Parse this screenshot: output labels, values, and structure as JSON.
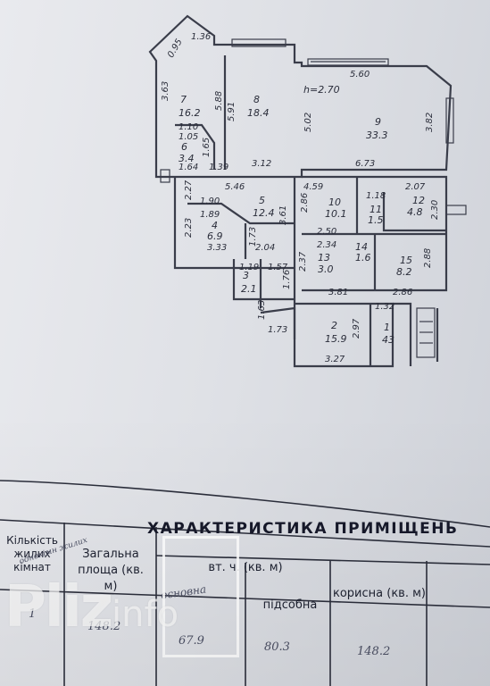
{
  "plan": {
    "rooms": [
      {
        "num": "1",
        "area": "43"
      },
      {
        "num": "2",
        "area": "15.9"
      },
      {
        "num": "3",
        "area": "2.1"
      },
      {
        "num": "4",
        "area": "6.9"
      },
      {
        "num": "5",
        "area": "12.4"
      },
      {
        "num": "6",
        "area": "3.4"
      },
      {
        "num": "7",
        "area": "16.2"
      },
      {
        "num": "8",
        "area": "18.4"
      },
      {
        "num": "9",
        "area": "33.3"
      },
      {
        "num": "10",
        "area": "10.1"
      },
      {
        "num": "11",
        "area": "1.5"
      },
      {
        "num": "12",
        "area": "4.8"
      },
      {
        "num": "13",
        "area": "3.0"
      },
      {
        "num": "14",
        "area": "1.6"
      },
      {
        "num": "15",
        "area": "8.2"
      }
    ],
    "height_note": "h=2.70",
    "dims": {
      "d560": "5.60",
      "d502": "5.02",
      "d382": "3.82",
      "d673": "6.73",
      "d363": "3.63",
      "d588": "5.88",
      "d591": "5.91",
      "d312": "3.12",
      "d110": "1.10",
      "d105": "1.05",
      "d165": "1.65",
      "d164": "1.64",
      "d139": "1.39",
      "d095": "0.95",
      "d136": "1.36",
      "d546": "5.46",
      "d190": "1.90",
      "d189": "1.89",
      "d227": "2.27",
      "d223": "2.23",
      "d333": "3.33",
      "d204": "2.04",
      "d173a": "1.73",
      "d361": "3.61",
      "d459": "4.59",
      "d118": "1.18",
      "d207": "2.07",
      "d286": "2.86",
      "d230": "2.30",
      "d250": "2.50",
      "d234": "2.34",
      "d237": "2.37",
      "d288": "2.88",
      "d381": "3.81",
      "d286b": "2.86",
      "d119": "1.19",
      "d157": "1.57",
      "d176": "1.76",
      "d163": "1.63",
      "d173b": "1.73",
      "d297": "2.97",
      "d132": "1.32",
      "d327": "3.27"
    }
  },
  "table": {
    "title": "ХАРАКТЕРИСТИКА ПРИМІЩЕНЬ",
    "col_rooms": "Кількість жилих кімнат",
    "col_total": "Загальна площа (кв. м)",
    "col_incl": "вт. ч. (кв. м)",
    "col_main": "основна",
    "col_aux": "підсобна",
    "col_useful": "корисна (кв. м)",
    "note_handwritten": "однокімн жилих",
    "val_rooms": "1",
    "val_total": "148.2",
    "val_main": "67.9",
    "val_aux": "80.3",
    "val_useful": "148.2"
  },
  "watermark": {
    "brand": "Pliz",
    "suffix": "info"
  }
}
